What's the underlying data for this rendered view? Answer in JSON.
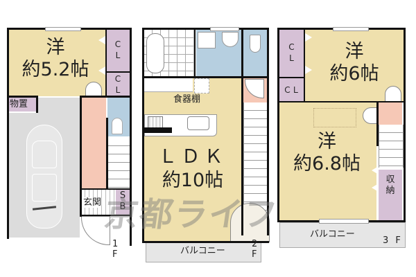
{
  "floorplan": {
    "watermark": "京都ライフ",
    "floors": [
      {
        "label": "1 F",
        "rooms": {
          "western": {
            "type": "洋",
            "size": "約5.2帖"
          },
          "closet_1": "C\nL",
          "closet_2": "C\nL",
          "storage": "物置",
          "entrance": "玄関",
          "shoe_box": "S\nB"
        }
      },
      {
        "label": "2 F",
        "rooms": {
          "ldk": {
            "type": "ＬＤＫ",
            "size": "約10帖"
          },
          "cupboard": "食器棚",
          "balcony": "バルコニー"
        }
      },
      {
        "label": "3 F",
        "rooms": {
          "western_a": {
            "type": "洋",
            "size": "約6帖"
          },
          "western_b": {
            "type": "洋",
            "size": "約6.8帖"
          },
          "closet_1": "C\nL",
          "closet_2": "ＣＬ",
          "storage": "収\n納",
          "balcony": "バルコニー"
        }
      }
    ],
    "colors": {
      "western_room": "#efe0ad",
      "closet": "#d6c1d6",
      "wet_area": "#b6cfe0",
      "hallway": "#f6c8b6",
      "garage": "#dcdcdc",
      "wall": "#111111"
    }
  }
}
